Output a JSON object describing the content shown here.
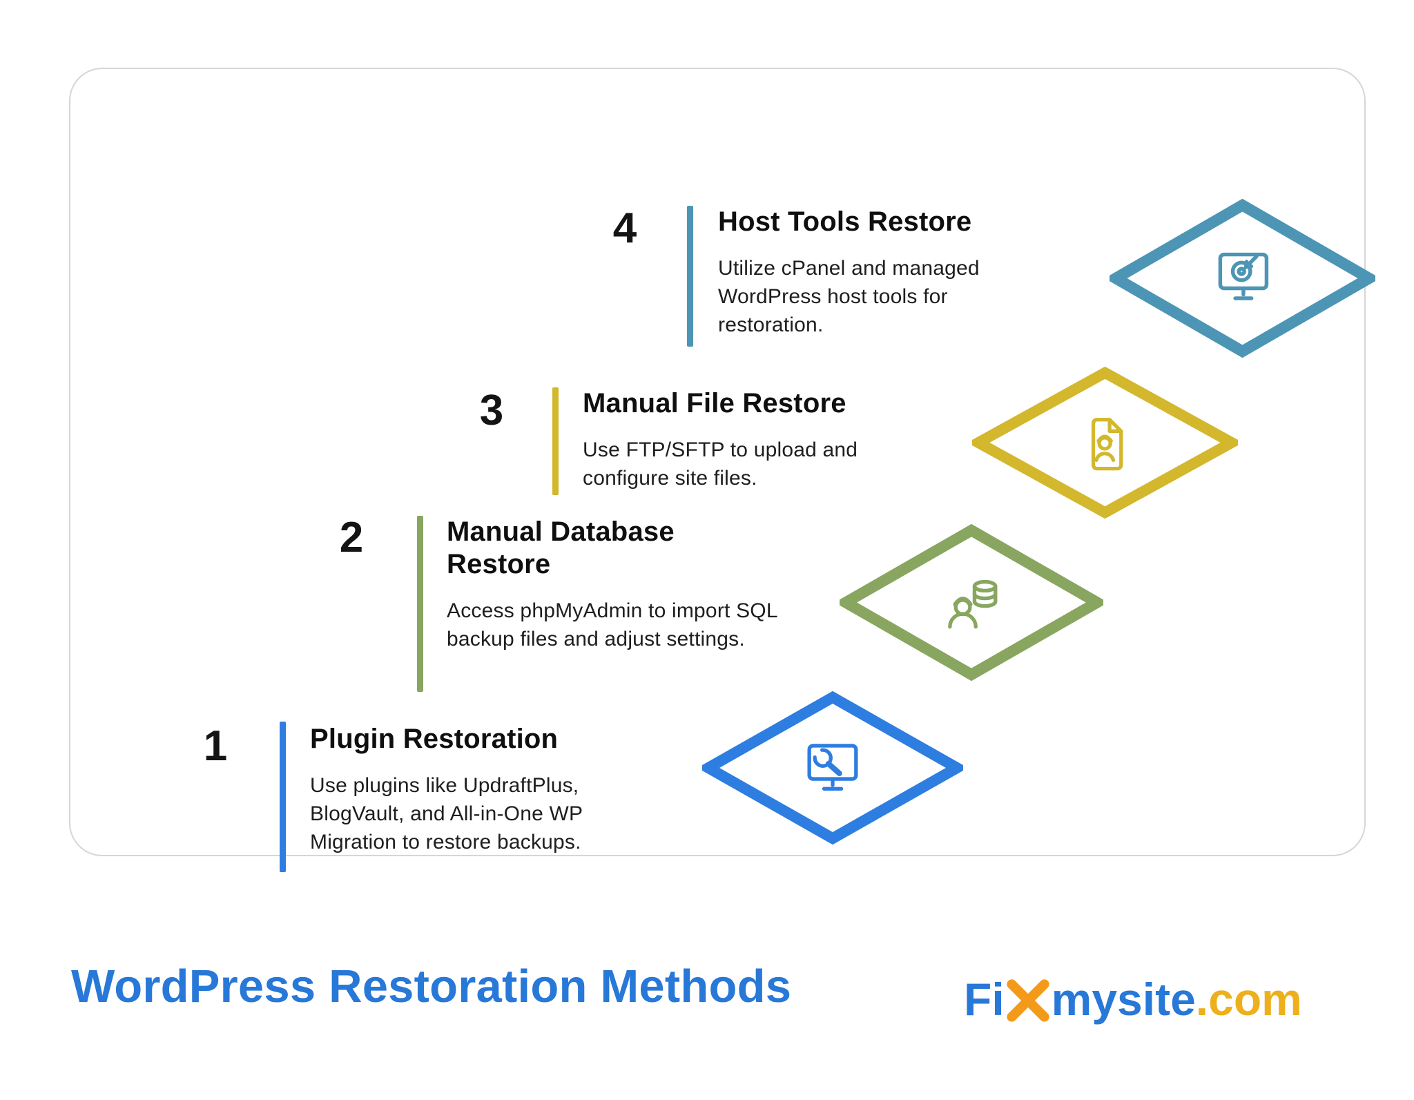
{
  "card": {
    "steps": [
      {
        "number": "1",
        "title": "Plugin Restoration",
        "description": "Use plugins like UpdraftPlus, BlogVault, and All-in-One WP Migration to restore backups.",
        "color": "#2e7de0",
        "icon": "monitor-wrench-icon"
      },
      {
        "number": "2",
        "title": "Manual Database Restore",
        "description": "Access phpMyAdmin to import SQL backup files and adjust settings.",
        "color": "#88a660",
        "icon": "worker-database-icon"
      },
      {
        "number": "3",
        "title": "Manual File Restore",
        "description": "Use FTP/SFTP to upload and configure site files.",
        "color": "#d3b72c",
        "icon": "document-worker-icon"
      },
      {
        "number": "4",
        "title": "Host Tools Restore",
        "description": "Utilize cPanel and managed WordPress host tools for restoration.",
        "color": "#4d95b4",
        "icon": "monitor-target-icon"
      }
    ]
  },
  "footer": {
    "title": "WordPress Restoration Methods",
    "title_color": "#2878d8",
    "logo": {
      "text_fi": "Fi",
      "text_mysite": "mysite",
      "text_com": ".com",
      "blue": "#2878d8",
      "orange": "#f49a1b",
      "gold": "#edb01c",
      "x_icon": "wrench-x-icon"
    }
  }
}
